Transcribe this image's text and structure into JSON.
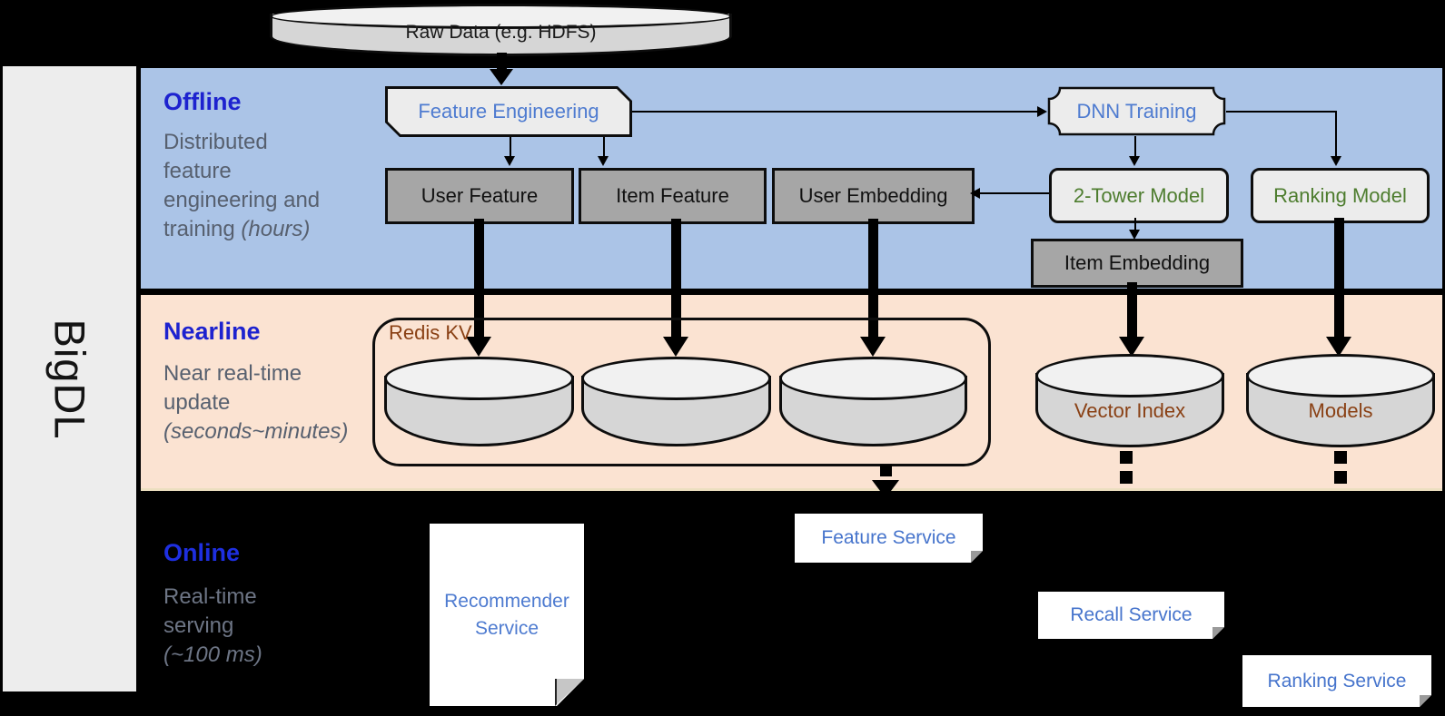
{
  "brand": {
    "name": "BigDL"
  },
  "source": {
    "label": "Raw Data (e.g. HDFS)"
  },
  "colors": {
    "band_blue": "#abc4e7",
    "band_peach": "#fbe3d2",
    "heading_blue": "#1d22cf",
    "label_blue": "#4e7bd0",
    "label_green": "#4e7d2f",
    "label_brown": "#8a4115",
    "muted_gray": "#57606f",
    "gray_box": "#a6a6a6",
    "shape_light": "#ececec"
  },
  "sections": {
    "offline": {
      "title": "Offline",
      "line1": "Distributed",
      "line2": "feature",
      "line3": "engineering and",
      "line4": "training",
      "line4_italic": "(hours)"
    },
    "nearline": {
      "title": "Nearline",
      "line1": "Near real-time",
      "line2": "update",
      "line3_italic": "(seconds~minutes)"
    },
    "online": {
      "title": "Online",
      "line1": "Real-time",
      "line2": "serving",
      "line3_italic": "(~100 ms)"
    }
  },
  "offline_nodes": {
    "feature_engineering": "Feature Engineering",
    "dnn_training": "DNN Training",
    "user_feature": "User Feature",
    "item_feature": "Item Feature",
    "user_embedding": "User Embedding",
    "two_tower_model": "2-Tower Model",
    "ranking_model": "Ranking Model",
    "item_embedding": "Item Embedding"
  },
  "nearline_nodes": {
    "redis_kv": "Redis KV",
    "vector_index": "Vector Index",
    "models": "Models"
  },
  "online_nodes": {
    "recommender_service": "Recommender Service",
    "feature_service": "Feature Service",
    "recall_service": "Recall Service",
    "ranking_service": "Ranking Service"
  }
}
